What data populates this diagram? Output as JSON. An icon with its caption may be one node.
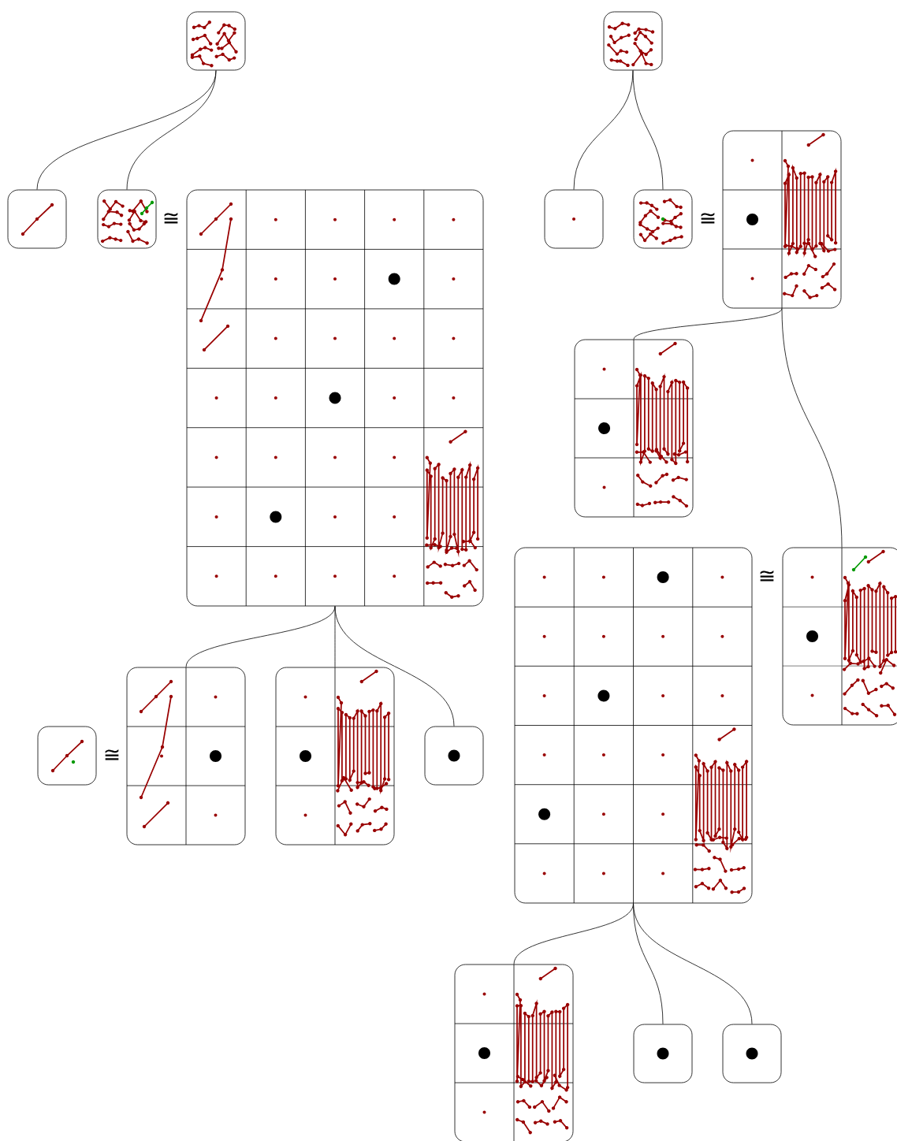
{
  "diagram": {
    "nodes": [
      {
        "text": [],
        "shape": "box"
      },
      {
        "text": [],
        "shape": "box"
      },
      {
        "text": [],
        "shape": "box"
      },
      {
        "text": [],
        "shape": "box"
      },
      {
        "text": [],
        "shape": "box"
      },
      {
        "text": [],
        "shape": "box"
      },
      {
        "text": [],
        "shape": "box"
      },
      {
        "text": [],
        "shape": "box"
      },
      {
        "text": [],
        "shape": "box"
      },
      {
        "text": [],
        "shape": "box"
      },
      {
        "text": [],
        "shape": "box"
      },
      {
        "text": [],
        "shape": "box"
      },
      {
        "text": [],
        "shape": "box"
      },
      {
        "text": [],
        "shape": "box"
      },
      {
        "text": [],
        "shape": "box"
      },
      {
        "text": [],
        "shape": "box"
      },
      {
        "text": [],
        "shape": "box"
      },
      {
        "text": [],
        "shape": "box"
      }
    ],
    "edges": [
      {
        "from": 0,
        "to": 2,
        "arrow": "none"
      },
      {
        "from": 0,
        "to": 3,
        "arrow": "none"
      },
      {
        "from": 1,
        "to": 5,
        "arrow": "none"
      },
      {
        "from": 1,
        "to": 6,
        "arrow": "none"
      },
      {
        "from": 7,
        "to": 8,
        "arrow": "none"
      },
      {
        "from": 7,
        "to": 10,
        "arrow": "none"
      },
      {
        "from": 4,
        "to": 12,
        "arrow": "none"
      },
      {
        "from": 4,
        "to": 13,
        "arrow": "none"
      },
      {
        "from": 4,
        "to": 14,
        "arrow": "none"
      },
      {
        "from": 9,
        "to": 15,
        "arrow": "none"
      },
      {
        "from": 9,
        "to": 16,
        "arrow": "none"
      },
      {
        "from": 9,
        "to": 17,
        "arrow": "none"
      }
    ],
    "labels": [
      "≅",
      "≅",
      "≅",
      "≅"
    ]
  }
}
